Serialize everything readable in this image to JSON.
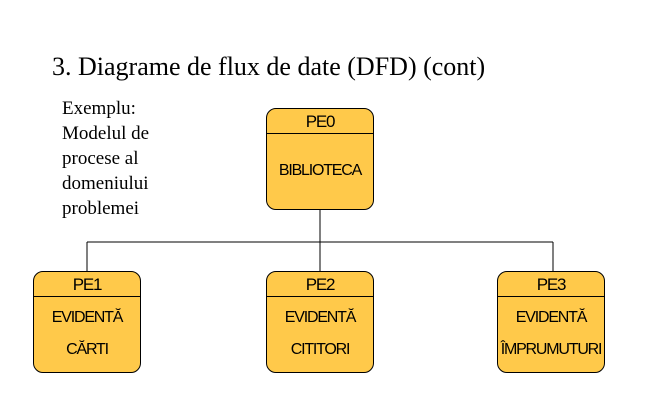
{
  "slide": {
    "title": "3. Diagrame de flux de date (DFD) (cont)",
    "intro_lines": [
      "Exemplu:",
      "Modelul de",
      "procese al",
      "domeniului",
      "problemei"
    ]
  },
  "diagram": {
    "colors": {
      "process_fill": "#ffc94a",
      "border": "#000000",
      "connector": "#000000"
    },
    "root": {
      "id": "PE0",
      "name_lines": [
        "BIBLIOTECA"
      ]
    },
    "children": [
      {
        "id": "PE1",
        "name_lines": [
          "EVIDENTĂ",
          "CĂRTI"
        ]
      },
      {
        "id": "PE2",
        "name_lines": [
          "EVIDENTĂ",
          "CITITORI"
        ]
      },
      {
        "id": "PE3",
        "name_lines": [
          "EVIDENTĂ",
          "ÎMPRUMUTURI"
        ]
      }
    ]
  }
}
